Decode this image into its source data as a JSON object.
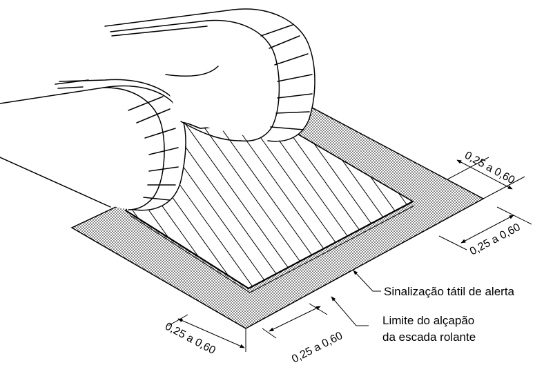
{
  "labels": {
    "tactile": "Sinalização tátil de alerta",
    "limit_line1": "Limite do alçapão",
    "limit_line2": "da escada rolante"
  },
  "dimensions": {
    "right_upper": "0,25 a 0,60",
    "right_lower": "0,25 a 0,60",
    "bottom_left": "0,25 a 0,60",
    "bottom_right": "0,25 a 0,60"
  },
  "colors": {
    "ink": "#000000",
    "background": "#ffffff",
    "tactile_fill": "#d9d9d9"
  }
}
